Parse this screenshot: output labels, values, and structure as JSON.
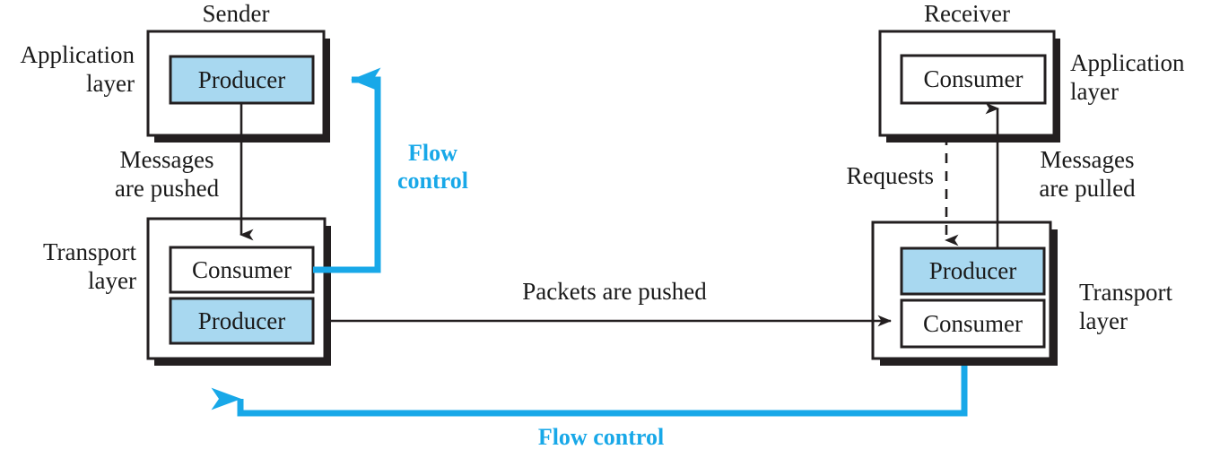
{
  "diagram": {
    "title_sender": "Sender",
    "title_receiver": "Receiver",
    "colors": {
      "flow_blue": "#18A8E8",
      "producer_fill": "#A8D8F0",
      "consumer_fill": "#FFFFFF",
      "line_black": "#231F20",
      "shadow": "#231F20",
      "text": "#1A1A1A"
    },
    "labels": {
      "app_layer_left": "Application\nlayer",
      "transport_layer_left": "Transport\nlayer",
      "app_layer_right": "Application\nlayer",
      "transport_layer_right": "Transport\nlayer",
      "messages_pushed": "Messages\nare pushed",
      "messages_pulled": "Messages\nare pulled",
      "requests": "Requests",
      "packets_pushed": "Packets are pushed",
      "flow_control_upper": "Flow\ncontrol",
      "flow_control_lower": "Flow control"
    },
    "boxes": {
      "sender_app": {
        "outer_name": "sender-application-layer-box",
        "inner": [
          {
            "label": "Producer",
            "fill": "producer"
          }
        ]
      },
      "sender_transport": {
        "outer_name": "sender-transport-layer-box",
        "inner": [
          {
            "label": "Consumer",
            "fill": "consumer"
          },
          {
            "label": "Producer",
            "fill": "producer"
          }
        ]
      },
      "receiver_app": {
        "outer_name": "receiver-application-layer-box",
        "inner": [
          {
            "label": "Consumer",
            "fill": "consumer"
          }
        ]
      },
      "receiver_transport": {
        "outer_name": "receiver-transport-layer-box",
        "inner": [
          {
            "label": "Producer",
            "fill": "producer"
          },
          {
            "label": "Consumer",
            "fill": "consumer"
          }
        ]
      }
    },
    "arrows": [
      {
        "name": "sender-messages-pushed-arrow",
        "style": "solid",
        "color": "black",
        "direction": "down"
      },
      {
        "name": "packets-pushed-arrow",
        "style": "solid",
        "color": "black",
        "direction": "right"
      },
      {
        "name": "receiver-requests-arrow",
        "style": "dashed",
        "color": "black",
        "direction": "down"
      },
      {
        "name": "receiver-messages-pulled-arrow",
        "style": "solid",
        "color": "black",
        "direction": "up"
      },
      {
        "name": "upper-flow-control-arrow",
        "style": "solid",
        "color": "blue",
        "direction": "left"
      },
      {
        "name": "lower-flow-control-arrow",
        "style": "solid",
        "color": "blue",
        "direction": "up"
      }
    ]
  }
}
